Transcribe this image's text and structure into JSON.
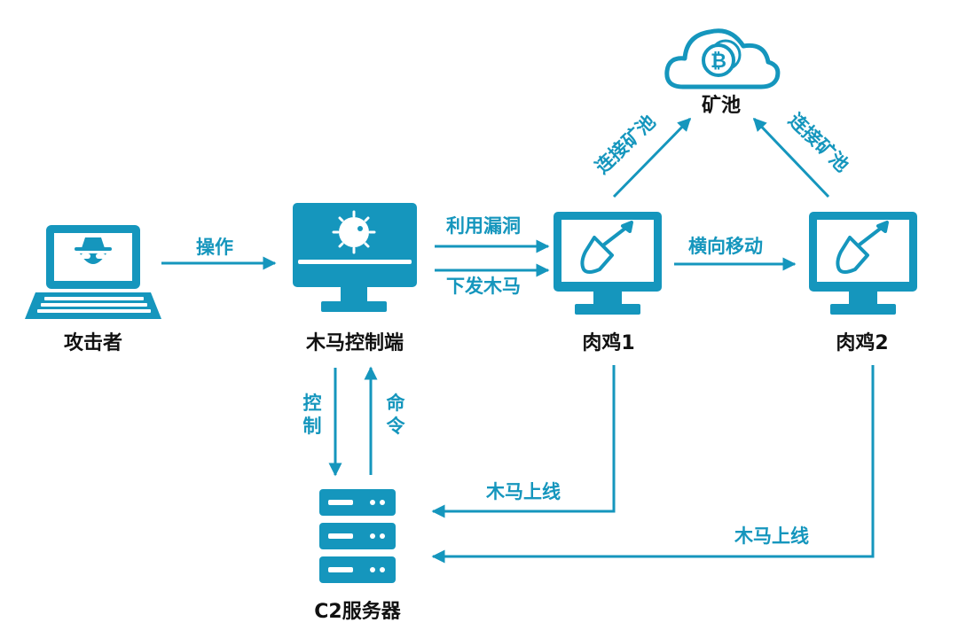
{
  "colors": {
    "primary": "#1596bd",
    "text": "#111111",
    "background": "#ffffff"
  },
  "nodes": {
    "attacker": {
      "label": "攻击者",
      "icon": "laptop-hacker-icon"
    },
    "trojan_controller": {
      "label": "木马控制端",
      "icon": "monitor-virus-icon"
    },
    "zombie1": {
      "label": "肉鸡1",
      "icon": "monitor-shovel-icon"
    },
    "zombie2": {
      "label": "肉鸡2",
      "icon": "monitor-shovel-icon"
    },
    "mining_pool": {
      "label": "矿池",
      "icon": "cloud-bitcoin-icon"
    },
    "c2_server": {
      "label": "C2服务器",
      "icon": "server-rack-icon"
    }
  },
  "edges": {
    "operate": "操作",
    "exploit": "利用漏洞",
    "deliver_trojan": "下发木马",
    "lateral_move": "横向移动",
    "connect_pool_1": "连接矿池",
    "connect_pool_2": "连接矿池",
    "control": "控制",
    "command": "命令",
    "trojan_online_1": "木马上线",
    "trojan_online_2": "木马上线"
  }
}
